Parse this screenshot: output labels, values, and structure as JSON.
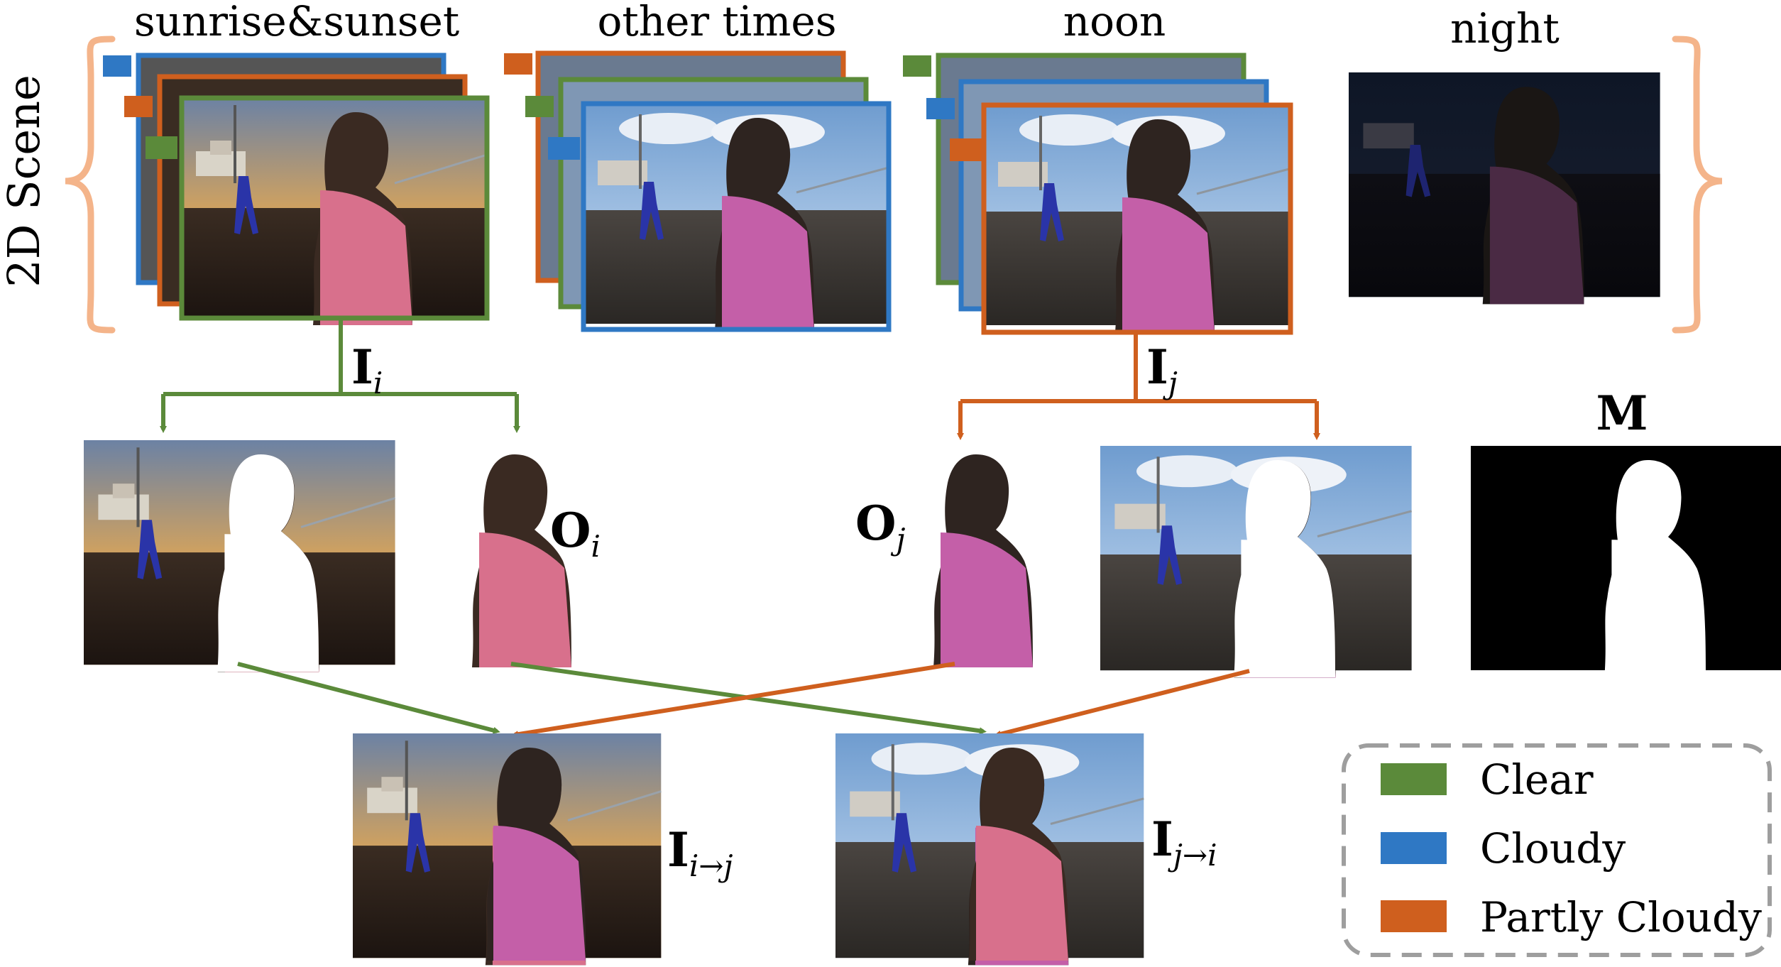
{
  "section_label": "2D Scene",
  "groups": {
    "sunrise": "sunrise&sunset",
    "other": "other times",
    "noon": "noon",
    "night": "night"
  },
  "symbols": {
    "Ii_base": "I",
    "Ii_sub": "i",
    "Ij_base": "I",
    "Ij_sub": "j",
    "M": "M",
    "Oi_base": "O",
    "Oi_sub": "i",
    "Oj_base": "O",
    "Oj_sub": "j",
    "Iij_base": "I",
    "Iij_sub": "i→j",
    "Iji_base": "I",
    "Iji_sub": "j→i"
  },
  "legend": [
    {
      "label": "Clear",
      "color": "#5b8a3a"
    },
    {
      "label": "Cloudy",
      "color": "#2f78c4"
    },
    {
      "label": "Partly Cloudy",
      "color": "#cf5f1e"
    }
  ],
  "colors": {
    "clear": "#5b8a3a",
    "cloudy": "#2f78c4",
    "partly_cloudy": "#cf5f1e",
    "brace": "#f4b48a",
    "legend_border": "#9e9e9e"
  }
}
